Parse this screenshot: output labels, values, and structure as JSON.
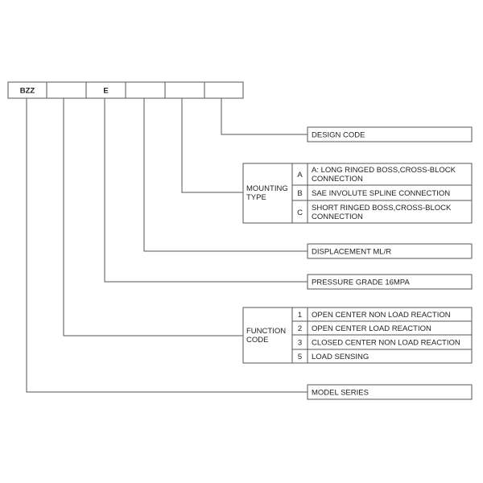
{
  "code_boxes": [
    "BZZ",
    "",
    "E",
    "",
    "",
    ""
  ],
  "design_code": "DESIGN CODE",
  "mounting": {
    "label_line1": "MOUNTING",
    "label_line2": "TYPE",
    "options": [
      {
        "key": "A",
        "lines": [
          "A: LONG RINGED BOSS,CROSS-BLOCK",
          "CONNECTION"
        ]
      },
      {
        "key": "B",
        "lines": [
          "SAE INVOLUTE SPLINE CONNECTION"
        ]
      },
      {
        "key": "C",
        "lines": [
          "SHORT RINGED BOSS,CROSS-BLOCK",
          "CONNECTION"
        ]
      }
    ]
  },
  "displacement": "DISPLACEMENT ML/R",
  "pressure_grade": "PRESSURE GRADE 16MPA",
  "function_code": {
    "label_line1": "FUNCTION",
    "label_line2": "CODE",
    "options": [
      {
        "key": "1",
        "text": "OPEN CENTER NON LOAD REACTION"
      },
      {
        "key": "2",
        "text": "OPEN CENTER LOAD REACTION"
      },
      {
        "key": "3",
        "text": "CLOSED CENTER NON LOAD REACTION"
      },
      {
        "key": "5",
        "text": "LOAD SENSING"
      }
    ]
  },
  "model_series": "MODEL SERIES"
}
